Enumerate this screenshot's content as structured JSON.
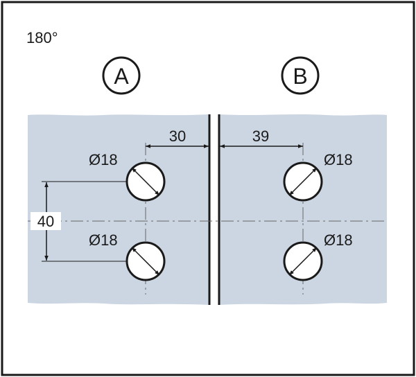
{
  "angle_label": "180°",
  "panel_a": {
    "marker": "A",
    "hole_top_label": "Ø18",
    "hole_bottom_label": "Ø18",
    "edge_distance_label": "30",
    "spacing_label": "40"
  },
  "panel_b": {
    "marker": "B",
    "hole_top_label": "Ø18",
    "hole_bottom_label": "Ø18",
    "edge_distance_label": "39"
  },
  "colors": {
    "glass": "#ccd6e2",
    "line": "#1a1a1a",
    "hole": "#ffffff"
  }
}
